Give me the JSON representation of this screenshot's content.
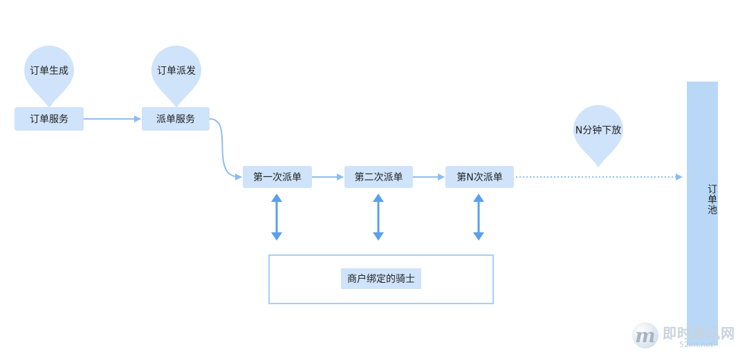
{
  "diagram": {
    "markers": {
      "order_generate": "订单生成",
      "order_dispatch": "订单派发",
      "n_minutes_release": "N分钟下放"
    },
    "nodes": {
      "order_service": "订单服务",
      "dispatch_service": "派单服务",
      "first_dispatch": "第一次派单",
      "second_dispatch": "第二次派单",
      "nth_dispatch": "第N次派单",
      "merchant_riders": "商户绑定的骑士",
      "order_pool": "订单池"
    }
  },
  "watermark": {
    "site_name": "即时通讯网",
    "url": "52im.net",
    "logo_letter": "m"
  },
  "colors": {
    "node_fill": "#cfe3fa",
    "marker_fill": "#cfe3fa",
    "arrow": "#8dbcf0",
    "double_arrow": "#5aa0ec",
    "pool_fill": "#b9d8f7",
    "merchant_border": "#a9cdf3"
  }
}
